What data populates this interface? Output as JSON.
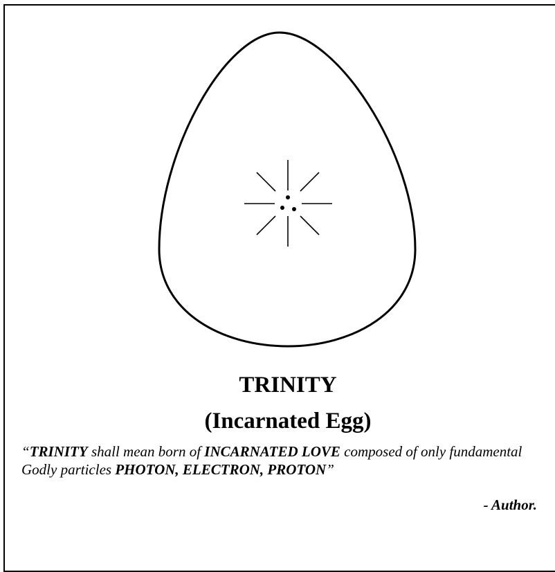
{
  "title": {
    "line1": "TRINITY",
    "line2": "(Incarnated Egg)"
  },
  "quote": {
    "open_mark": "“",
    "part1_bold": "TRINITY",
    "part2": " shall mean born of ",
    "part3_bold": "INCARNATED LOVE",
    "part4": " composed of only fundamental Godly particles ",
    "part5_bold": "PHOTON, ELECTRON, PROTON",
    "close_mark": "”"
  },
  "author": "- Author.",
  "colors": {
    "stroke": "#000000",
    "background": "#ffffff"
  }
}
